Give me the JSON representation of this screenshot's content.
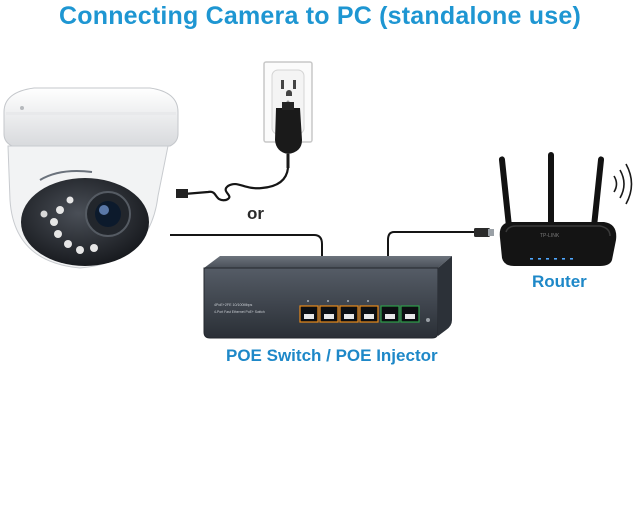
{
  "title": "Connecting Camera to PC (standalone use)",
  "labels": {
    "or": "or",
    "router": "Router",
    "switch": "POE Switch / POE Injector"
  },
  "switch_panel": {
    "line1": "4PoE+2FE 10/100Mbps",
    "line2": "4-Port Fast Ethernet PoE+ Switch"
  },
  "router_brand": "TP-LINK",
  "colors": {
    "accent": "#1e96d2",
    "label": "#1e88c8",
    "switch_body": "#3a4048",
    "router_body": "#141414",
    "port_orange": "#e88a1a",
    "port_green": "#2e9e4a"
  },
  "icons": [
    "camera-icon",
    "power-outlet-icon",
    "power-adapter-icon",
    "poe-switch-icon",
    "router-icon",
    "wifi-signal-icon",
    "ethernet-plug-icon"
  ]
}
